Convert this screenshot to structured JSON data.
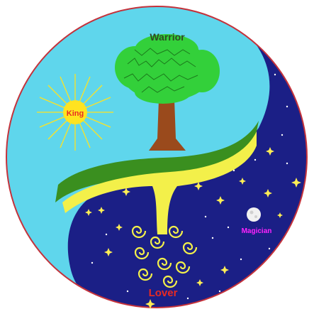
{
  "labels": {
    "top": "Warrior",
    "sun": "King",
    "moon": "Magician",
    "bottom": "Lover"
  },
  "colors": {
    "sky_day": "#5fd6ec",
    "sky_night": "#1b1f86",
    "border": "#c4323b",
    "ground": "#3a8f1f",
    "river": "#f3f04a",
    "trunk": "#9a4a1c",
    "foliage": "#33d03a",
    "sun": "#ffe320",
    "moon": "#f1f1f1",
    "star": "#ffee55",
    "label_dark": "#2f4a25",
    "label_red": "#e82a22",
    "label_magenta": "#ff22ff"
  }
}
